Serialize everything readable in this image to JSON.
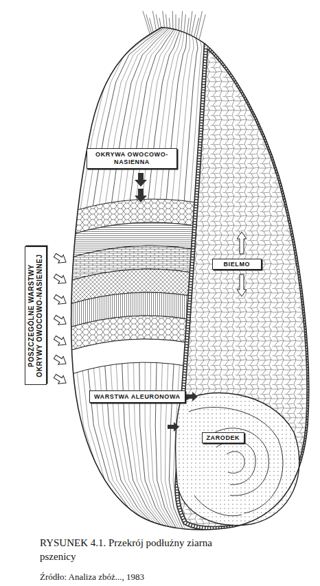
{
  "diagram": {
    "caption": "RYSUNEK 4.1. Przekrój podłużny ziarna pszenicy",
    "nodes": [
      {
        "text": [
          "OKRYWA OWOCOWO-NASIENNA"
        ]
      },
      {
        "text": [
          "POSZCZEGÓLNE WARSTWY OKRYWY OWOCOWO-NASIENNEJ"
        ]
      },
      {
        "text": [
          "BIELMO"
        ]
      },
      {
        "text": [
          "WARSTWA ALEURONOWA"
        ]
      },
      {
        "text": [
          "ZARODEK"
        ]
      }
    ],
    "labels": [
      "Źródło: Analiza zbóż..., 1983"
    ]
  }
}
